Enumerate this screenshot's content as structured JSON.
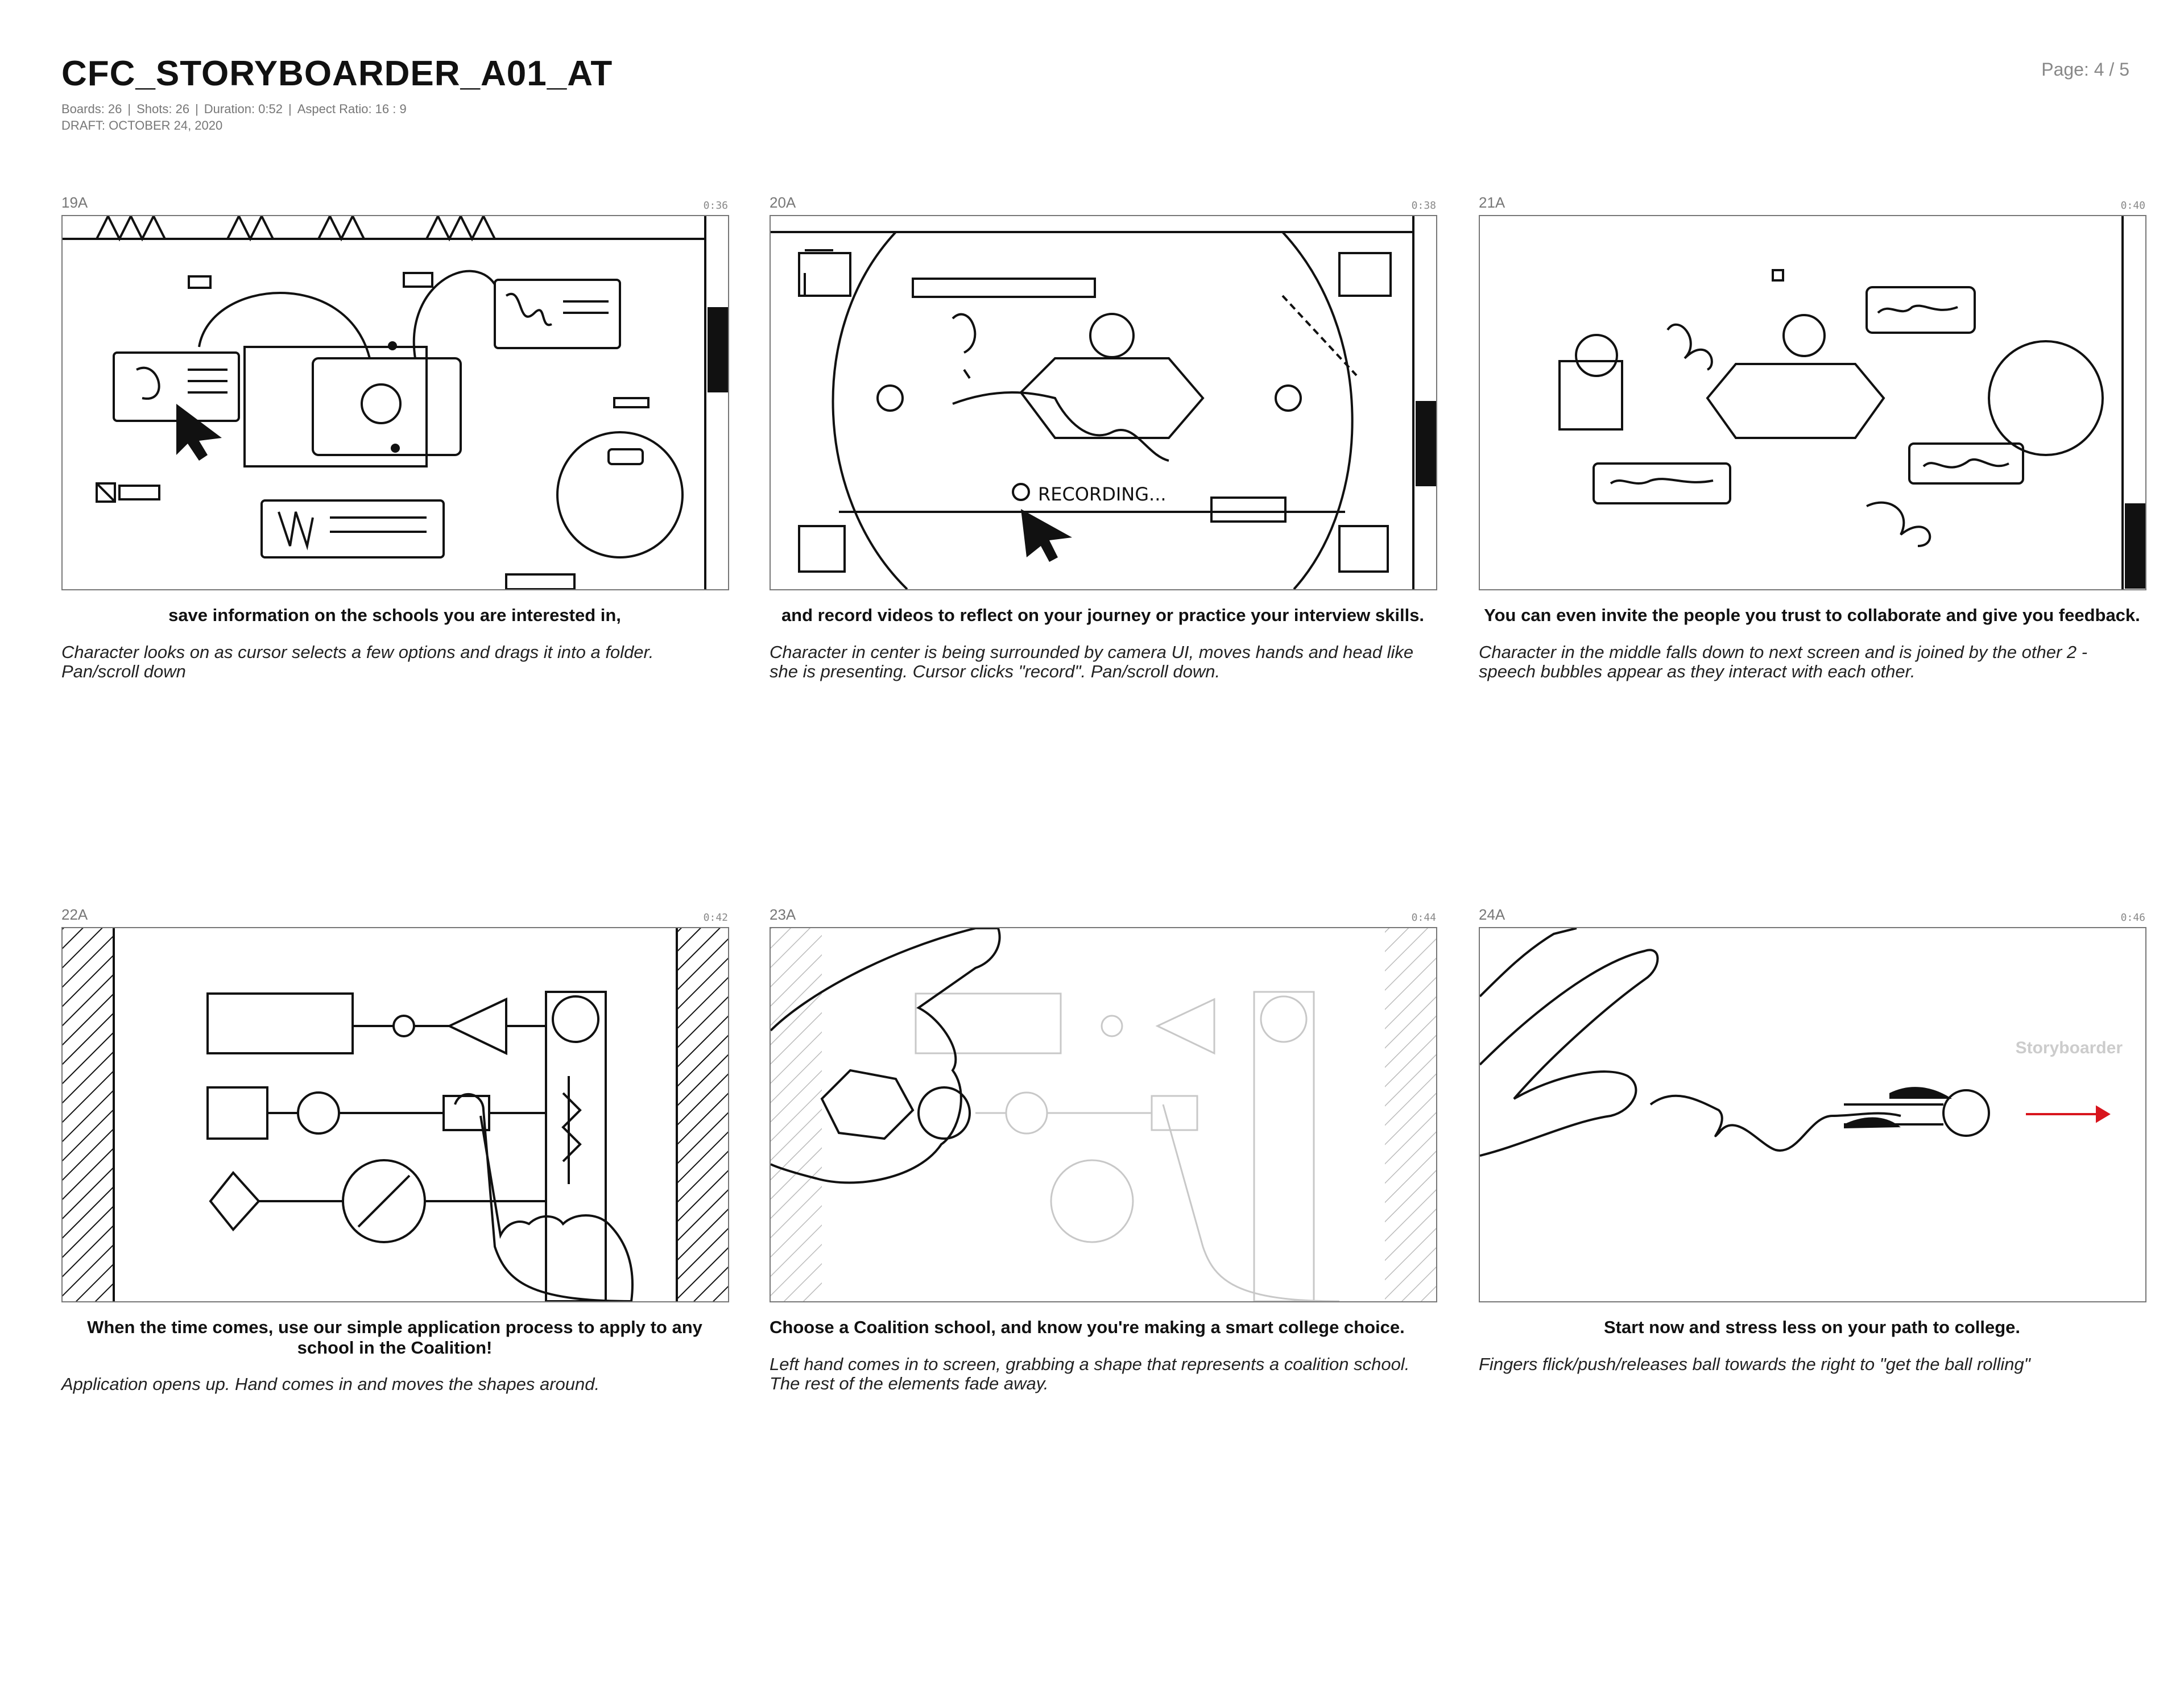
{
  "document": {
    "title": "CFC_STORYBOARDER_A01_AT",
    "meta_line": [
      "Boards: 26",
      "Shots: 26",
      "Duration: 0:52",
      "Aspect Ratio: 16 : 9"
    ],
    "draft": "DRAFT: OCTOBER 24, 2020",
    "page": "Page: 4 / 5",
    "brand": "Storyboarder"
  },
  "panels": [
    {
      "id": "19A",
      "duration": "0:36",
      "dialogue": "save information on the schools you are interested in,",
      "action": "Character looks on as cursor selects a few options and drags it into a folder. Pan/scroll down",
      "recording_label": ""
    },
    {
      "id": "20A",
      "duration": "0:38",
      "dialogue": "and record videos to reflect on your journey or practice your interview skills.",
      "action": "Character in center is being surrounded by camera UI, moves hands and head like she is presenting. Cursor clicks \"record\". Pan/scroll down.",
      "recording_label": "RECORDING..."
    },
    {
      "id": "21A",
      "duration": "0:40",
      "dialogue": "You can even invite the people you trust to collaborate and give you feedback.",
      "action": "Character in the middle falls down to next screen and is joined by the other 2 - speech bubbles appear as they interact with each other.",
      "recording_label": ""
    },
    {
      "id": "22A",
      "duration": "0:42",
      "dialogue": "When the time comes, use our simple application process to apply to any school in the Coalition!",
      "action": "Application opens up. Hand comes in and moves the shapes around.",
      "recording_label": ""
    },
    {
      "id": "23A",
      "duration": "0:44",
      "dialogue": "Choose a Coalition school, and know you're making a smart college choice.",
      "action": "Left hand comes in to screen, grabbing a shape that represents a coalition school. The rest of the elements fade away.",
      "recording_label": ""
    },
    {
      "id": "24A",
      "duration": "0:46",
      "dialogue": "Start now and stress less on your path to college.",
      "action": "Fingers flick/push/releases ball towards the right to \"get the ball rolling\"",
      "recording_label": ""
    }
  ]
}
